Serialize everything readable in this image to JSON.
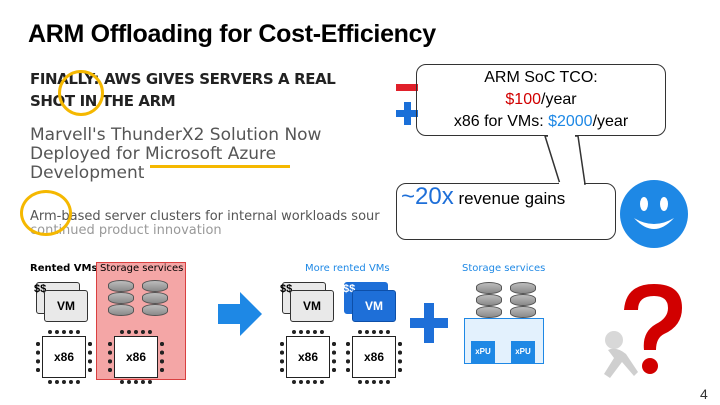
{
  "slide": {
    "title": "ARM Offloading for Cost-Efficiency",
    "page_number": "4"
  },
  "article": {
    "headline": "FINALLY: AWS GIVES SERVERS A REAL SHOT IN THE ARM",
    "subhead": "Marvell's ThunderX2 Solution Now Deployed for Microsoft Azure Development",
    "line1": "Arm-based server clusters for internal workloads sour",
    "line2": "continued product innovation"
  },
  "tco": {
    "line1": "ARM SoC TCO:",
    "arm_cost": "$100",
    "arm_suffix": "/year",
    "x86_prefix": "x86 for VMs: ",
    "x86_cost": "$2000",
    "x86_suffix": "/year"
  },
  "callout": {
    "big": "~20x",
    "rest": " revenue gains"
  },
  "diagram": {
    "left_label_rented": "Rented VMs",
    "left_label_storage": "Storage services",
    "mid_label": "More rented VMs",
    "right_label": "Storage services",
    "dollar": "$$",
    "vm": "VM",
    "x86": "x86",
    "xpu": "xPU"
  },
  "colors": {
    "accent_red": "#d10000",
    "accent_blue": "#1e88e5",
    "highlight_yellow": "#f5b800",
    "storage_pink": "#f4a6a6"
  }
}
